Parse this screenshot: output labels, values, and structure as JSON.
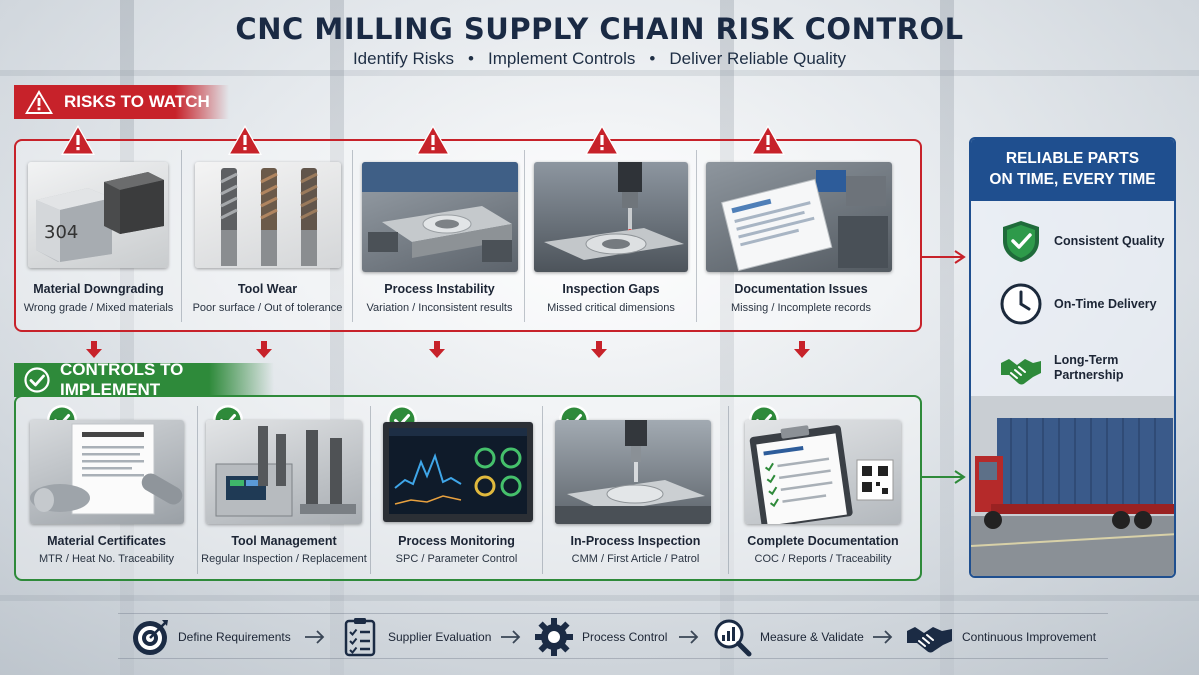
{
  "header": {
    "title": "CNC MILLING SUPPLY CHAIN RISK CONTROL",
    "subtitle_parts": [
      "Identify Risks",
      "Implement Controls",
      "Deliver Reliable Quality"
    ]
  },
  "risks": {
    "banner": "RISKS TO WATCH",
    "items": [
      {
        "name": "Material Downgrading",
        "desc": "Wrong grade / Mixed materials",
        "image_label": "304",
        "icon": "warning-icon"
      },
      {
        "name": "Tool Wear",
        "desc": "Poor surface / Out of tolerance",
        "icon": "warning-icon"
      },
      {
        "name": "Process Instability",
        "desc": "Variation / Inconsistent results",
        "icon": "warning-icon"
      },
      {
        "name": "Inspection Gaps",
        "desc": "Missed critical dimensions",
        "icon": "warning-icon"
      },
      {
        "name": "Documentation Issues",
        "desc": "Missing / Incomplete records",
        "icon": "warning-icon"
      }
    ]
  },
  "controls": {
    "banner": "CONTROLS TO IMPLEMENT",
    "items": [
      {
        "name": "Material Certificates",
        "desc": "MTR / Heat No. Traceability",
        "icon": "check-icon"
      },
      {
        "name": "Tool Management",
        "desc": "Regular Inspection / Replacement",
        "icon": "check-icon"
      },
      {
        "name": "Process Monitoring",
        "desc": "SPC / Parameter Control",
        "icon": "check-icon"
      },
      {
        "name": "In-Process Inspection",
        "desc": "CMM / First Article / Patrol",
        "icon": "check-icon"
      },
      {
        "name": "Complete Documentation",
        "desc": "COC / Reports / Traceability",
        "icon": "check-icon"
      }
    ]
  },
  "outcome": {
    "title_line1": "RELIABLE PARTS",
    "title_line2": "ON TIME, EVERY TIME",
    "items": [
      {
        "label": "Consistent Quality",
        "icon": "shield-check-icon"
      },
      {
        "label": "On-Time Delivery",
        "icon": "clock-icon"
      },
      {
        "label_line1": "Long-Term",
        "label_line2": "Partnership",
        "icon": "handshake-icon"
      }
    ]
  },
  "process_steps": [
    {
      "label": "Define Requirements",
      "icon": "target-icon"
    },
    {
      "label": "Supplier Evaluation",
      "icon": "checklist-icon"
    },
    {
      "label": "Process Control",
      "icon": "gear-icon"
    },
    {
      "label": "Measure & Validate",
      "icon": "magnifier-chart-icon"
    },
    {
      "label": "Continuous Improvement",
      "icon": "handshake-icon"
    }
  ],
  "colors": {
    "risk_red": "#c7222a",
    "control_green": "#2e8a3a",
    "outcome_blue": "#1f4f8f",
    "title_navy": "#1a2a44"
  }
}
